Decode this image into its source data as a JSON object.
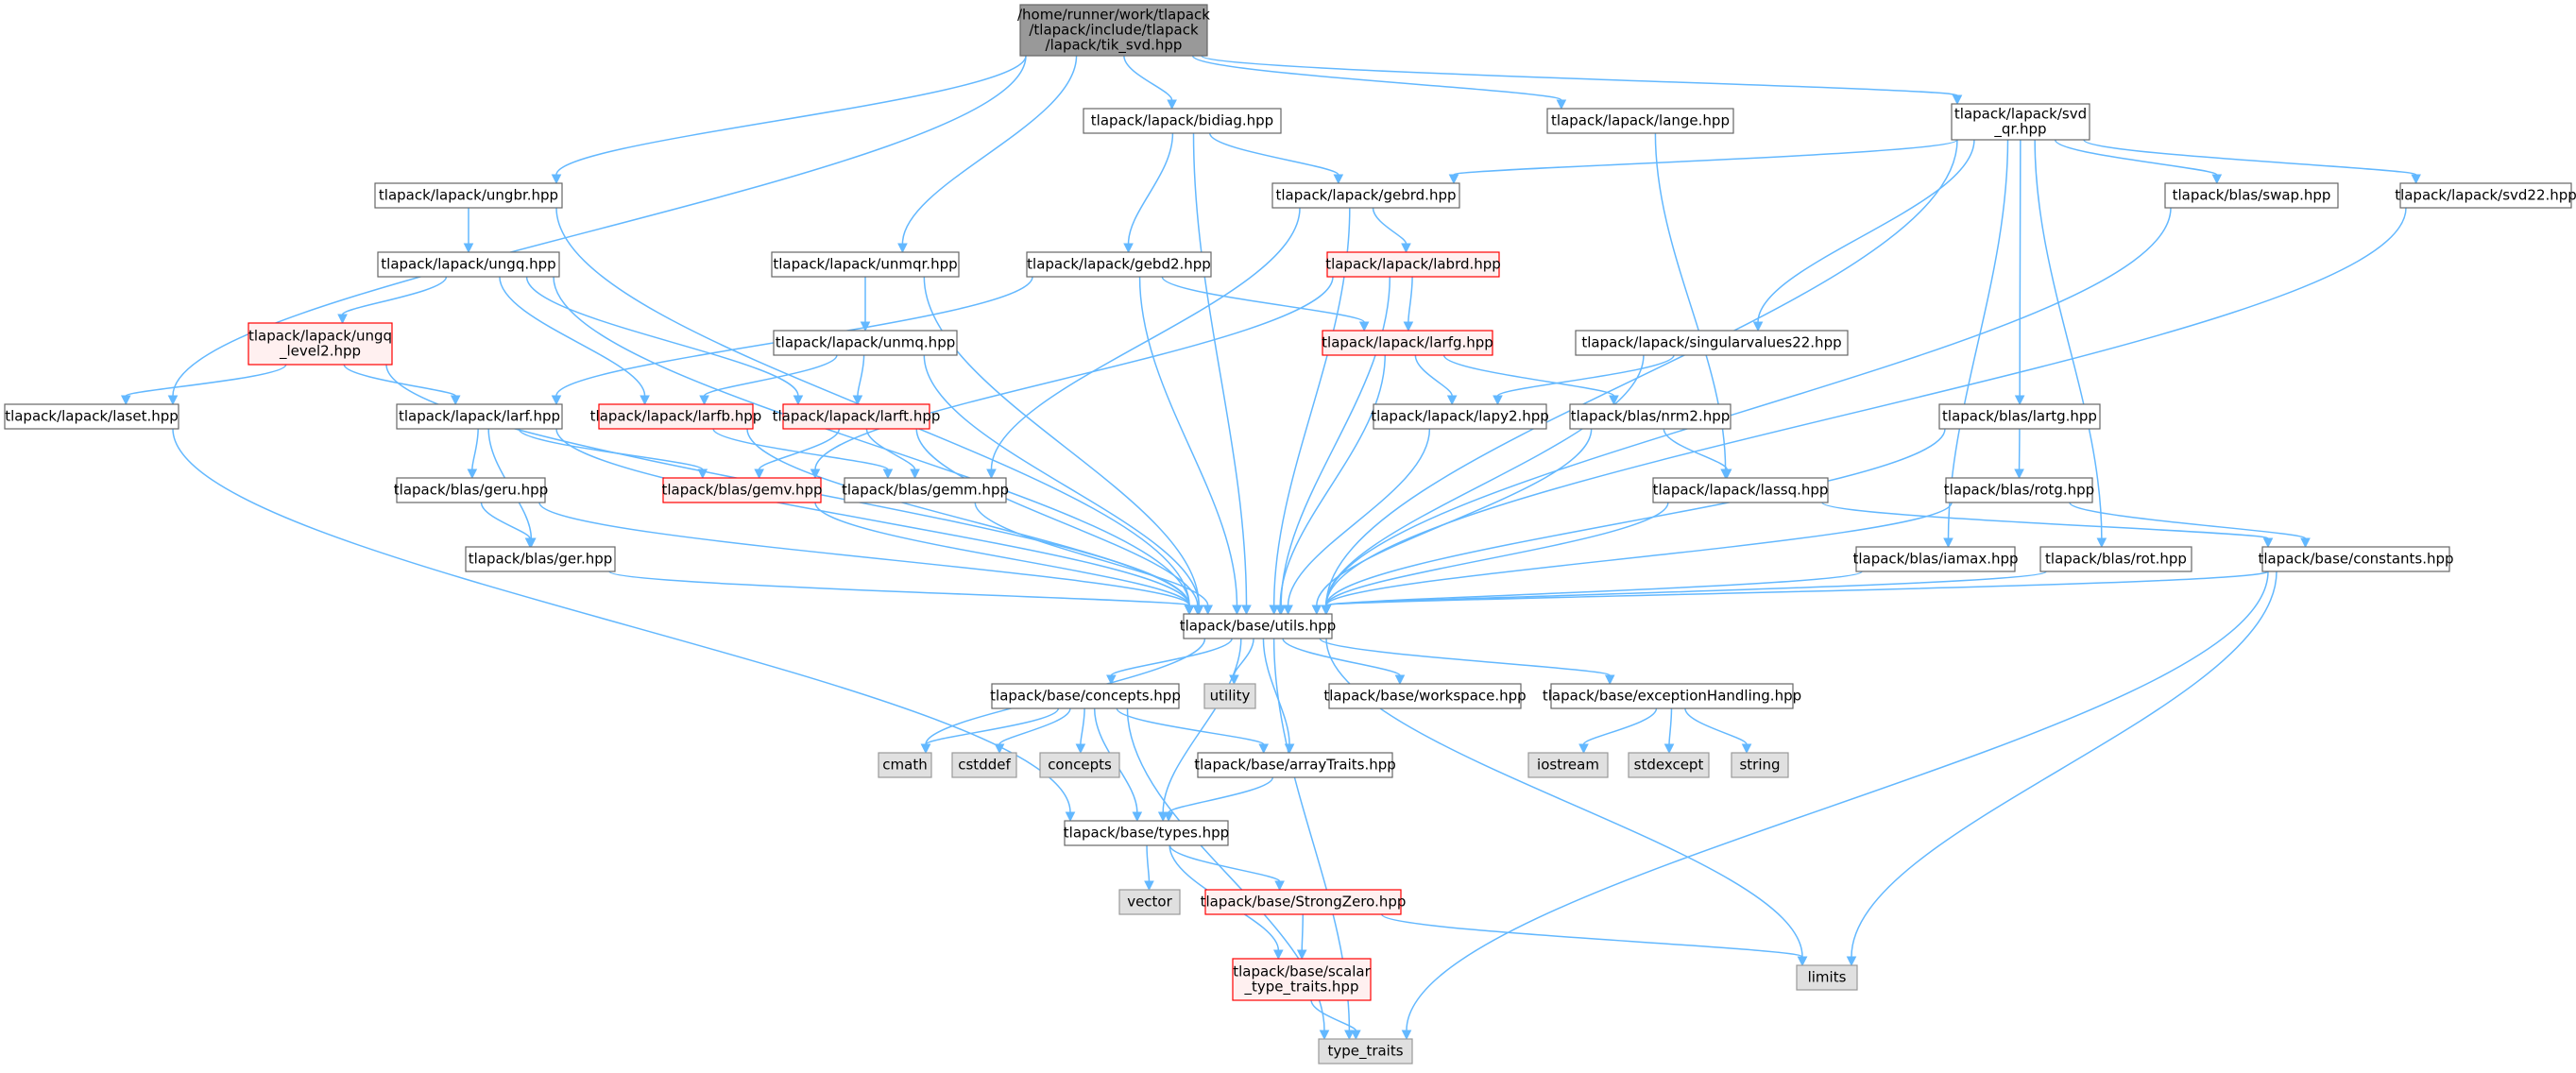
{
  "title": "",
  "nodes": [
    {
      "id": "root",
      "lines": [
        "/home/runner/work/tlapack",
        "/tlapack/include/tlapack",
        "/lapack/tik_svd.hpp"
      ],
      "style": "root"
    },
    {
      "id": "bidiag",
      "lines": [
        "tlapack/lapack/bidiag.hpp"
      ],
      "style": "normal"
    },
    {
      "id": "lange",
      "lines": [
        "tlapack/lapack/lange.hpp"
      ],
      "style": "normal"
    },
    {
      "id": "svdqr",
      "lines": [
        "tlapack/lapack/svd",
        "_qr.hpp"
      ],
      "style": "normal"
    },
    {
      "id": "ungbr",
      "lines": [
        "tlapack/lapack/ungbr.hpp"
      ],
      "style": "normal"
    },
    {
      "id": "gebrd",
      "lines": [
        "tlapack/lapack/gebrd.hpp"
      ],
      "style": "normal"
    },
    {
      "id": "swap",
      "lines": [
        "tlapack/blas/swap.hpp"
      ],
      "style": "normal"
    },
    {
      "id": "svd22",
      "lines": [
        "tlapack/lapack/svd22.hpp"
      ],
      "style": "normal"
    },
    {
      "id": "ungq",
      "lines": [
        "tlapack/lapack/ungq.hpp"
      ],
      "style": "normal"
    },
    {
      "id": "unmqr",
      "lines": [
        "tlapack/lapack/unmqr.hpp"
      ],
      "style": "normal"
    },
    {
      "id": "gebd2",
      "lines": [
        "tlapack/lapack/gebd2.hpp"
      ],
      "style": "normal"
    },
    {
      "id": "labrd",
      "lines": [
        "tlapack/lapack/labrd.hpp"
      ],
      "style": "red"
    },
    {
      "id": "ungq2",
      "lines": [
        "tlapack/lapack/ungq",
        "_level2.hpp"
      ],
      "style": "red"
    },
    {
      "id": "unmq",
      "lines": [
        "tlapack/lapack/unmq.hpp"
      ],
      "style": "normal"
    },
    {
      "id": "larfg",
      "lines": [
        "tlapack/lapack/larfg.hpp"
      ],
      "style": "red"
    },
    {
      "id": "sv22",
      "lines": [
        "tlapack/lapack/singularvalues22.hpp"
      ],
      "style": "normal"
    },
    {
      "id": "laset",
      "lines": [
        "tlapack/lapack/laset.hpp"
      ],
      "style": "normal"
    },
    {
      "id": "larf",
      "lines": [
        "tlapack/lapack/larf.hpp"
      ],
      "style": "normal"
    },
    {
      "id": "larfb",
      "lines": [
        "tlapack/lapack/larfb.hpp"
      ],
      "style": "red"
    },
    {
      "id": "larft",
      "lines": [
        "tlapack/lapack/larft.hpp"
      ],
      "style": "red"
    },
    {
      "id": "lapy2",
      "lines": [
        "tlapack/lapack/lapy2.hpp"
      ],
      "style": "normal"
    },
    {
      "id": "nrm2",
      "lines": [
        "tlapack/blas/nrm2.hpp"
      ],
      "style": "normal"
    },
    {
      "id": "lartg",
      "lines": [
        "tlapack/blas/lartg.hpp"
      ],
      "style": "normal"
    },
    {
      "id": "geru",
      "lines": [
        "tlapack/blas/geru.hpp"
      ],
      "style": "normal"
    },
    {
      "id": "gemv",
      "lines": [
        "tlapack/blas/gemv.hpp"
      ],
      "style": "red"
    },
    {
      "id": "gemm",
      "lines": [
        "tlapack/blas/gemm.hpp"
      ],
      "style": "normal"
    },
    {
      "id": "lassq",
      "lines": [
        "tlapack/lapack/lassq.hpp"
      ],
      "style": "normal"
    },
    {
      "id": "rotg",
      "lines": [
        "tlapack/blas/rotg.hpp"
      ],
      "style": "normal"
    },
    {
      "id": "ger",
      "lines": [
        "tlapack/blas/ger.hpp"
      ],
      "style": "normal"
    },
    {
      "id": "iamax",
      "lines": [
        "tlapack/blas/iamax.hpp"
      ],
      "style": "normal"
    },
    {
      "id": "rot",
      "lines": [
        "tlapack/blas/rot.hpp"
      ],
      "style": "normal"
    },
    {
      "id": "constants",
      "lines": [
        "tlapack/base/constants.hpp"
      ],
      "style": "normal"
    },
    {
      "id": "utils",
      "lines": [
        "tlapack/base/utils.hpp"
      ],
      "style": "normal"
    },
    {
      "id": "concepts",
      "lines": [
        "tlapack/base/concepts.hpp"
      ],
      "style": "normal"
    },
    {
      "id": "utility",
      "lines": [
        "utility"
      ],
      "style": "sys"
    },
    {
      "id": "workspace",
      "lines": [
        "tlapack/base/workspace.hpp"
      ],
      "style": "normal"
    },
    {
      "id": "exch",
      "lines": [
        "tlapack/base/exceptionHandling.hpp"
      ],
      "style": "normal"
    },
    {
      "id": "cmath",
      "lines": [
        "cmath"
      ],
      "style": "sys"
    },
    {
      "id": "cstddef",
      "lines": [
        "cstddef"
      ],
      "style": "sys"
    },
    {
      "id": "concepts_std",
      "lines": [
        "concepts"
      ],
      "style": "sys"
    },
    {
      "id": "arrayTraits",
      "lines": [
        "tlapack/base/arrayTraits.hpp"
      ],
      "style": "normal"
    },
    {
      "id": "iostream",
      "lines": [
        "iostream"
      ],
      "style": "sys"
    },
    {
      "id": "stdexcept",
      "lines": [
        "stdexcept"
      ],
      "style": "sys"
    },
    {
      "id": "string",
      "lines": [
        "string"
      ],
      "style": "sys"
    },
    {
      "id": "types",
      "lines": [
        "tlapack/base/types.hpp"
      ],
      "style": "normal"
    },
    {
      "id": "vector",
      "lines": [
        "vector"
      ],
      "style": "sys"
    },
    {
      "id": "strongzero",
      "lines": [
        "tlapack/base/StrongZero.hpp"
      ],
      "style": "red"
    },
    {
      "id": "scalar",
      "lines": [
        "tlapack/base/scalar",
        "_type_traits.hpp"
      ],
      "style": "red"
    },
    {
      "id": "limits",
      "lines": [
        "limits"
      ],
      "style": "sys"
    },
    {
      "id": "type_traits",
      "lines": [
        "type_traits"
      ],
      "style": "sys"
    }
  ],
  "edges": [
    [
      "root",
      "laset"
    ],
    [
      "root",
      "ungbr"
    ],
    [
      "root",
      "unmqr"
    ],
    [
      "root",
      "bidiag"
    ],
    [
      "root",
      "lange"
    ],
    [
      "root",
      "svdqr"
    ],
    [
      "bidiag",
      "gebrd"
    ],
    [
      "bidiag",
      "gebd2"
    ],
    [
      "bidiag",
      "utils"
    ],
    [
      "lange",
      "lassq"
    ],
    [
      "svdqr",
      "gebrd"
    ],
    [
      "svdqr",
      "sv22"
    ],
    [
      "svdqr",
      "lartg"
    ],
    [
      "svdqr",
      "iamax"
    ],
    [
      "svdqr",
      "rot"
    ],
    [
      "svdqr",
      "swap"
    ],
    [
      "svdqr",
      "svd22"
    ],
    [
      "svdqr",
      "utils"
    ],
    [
      "ungbr",
      "ungq"
    ],
    [
      "ungbr",
      "utils"
    ],
    [
      "gebrd",
      "labrd"
    ],
    [
      "gebrd",
      "gemm"
    ],
    [
      "gebrd",
      "utils"
    ],
    [
      "swap",
      "utils"
    ],
    [
      "svd22",
      "utils"
    ],
    [
      "ungq",
      "ungq2"
    ],
    [
      "ungq",
      "larfb"
    ],
    [
      "ungq",
      "larft"
    ],
    [
      "ungq",
      "utils"
    ],
    [
      "unmqr",
      "unmq"
    ],
    [
      "unmqr",
      "utils"
    ],
    [
      "gebd2",
      "larf"
    ],
    [
      "gebd2",
      "larfg"
    ],
    [
      "gebd2",
      "utils"
    ],
    [
      "labrd",
      "larfg"
    ],
    [
      "labrd",
      "gemv"
    ],
    [
      "labrd",
      "utils"
    ],
    [
      "ungq2",
      "laset"
    ],
    [
      "ungq2",
      "larf"
    ],
    [
      "ungq2",
      "utils"
    ],
    [
      "unmq",
      "larfb"
    ],
    [
      "unmq",
      "larft"
    ],
    [
      "unmq",
      "utils"
    ],
    [
      "larfg",
      "lapy2"
    ],
    [
      "larfg",
      "nrm2"
    ],
    [
      "larfg",
      "utils"
    ],
    [
      "sv22",
      "lapy2"
    ],
    [
      "sv22",
      "utils"
    ],
    [
      "laset",
      "types"
    ],
    [
      "larf",
      "geru"
    ],
    [
      "larf",
      "ger"
    ],
    [
      "larf",
      "gemv"
    ],
    [
      "larf",
      "utils"
    ],
    [
      "larfb",
      "gemm"
    ],
    [
      "larfb",
      "utils"
    ],
    [
      "larft",
      "gemv"
    ],
    [
      "larft",
      "gemm"
    ],
    [
      "larft",
      "utils"
    ],
    [
      "lapy2",
      "utils"
    ],
    [
      "nrm2",
      "lassq"
    ],
    [
      "nrm2",
      "utils"
    ],
    [
      "lartg",
      "rotg"
    ],
    [
      "lartg",
      "utils"
    ],
    [
      "geru",
      "ger"
    ],
    [
      "geru",
      "utils"
    ],
    [
      "gemv",
      "utils"
    ],
    [
      "gemm",
      "utils"
    ],
    [
      "lassq",
      "constants"
    ],
    [
      "lassq",
      "utils"
    ],
    [
      "rotg",
      "constants"
    ],
    [
      "rotg",
      "utils"
    ],
    [
      "ger",
      "utils"
    ],
    [
      "iamax",
      "utils"
    ],
    [
      "rot",
      "utils"
    ],
    [
      "constants",
      "utils"
    ],
    [
      "constants",
      "limits"
    ],
    [
      "constants",
      "type_traits"
    ],
    [
      "utils",
      "concepts"
    ],
    [
      "utils",
      "utility"
    ],
    [
      "utils",
      "workspace"
    ],
    [
      "utils",
      "exch"
    ],
    [
      "utils",
      "cmath"
    ],
    [
      "utils",
      "arrayTraits"
    ],
    [
      "utils",
      "types"
    ],
    [
      "utils",
      "limits"
    ],
    [
      "utils",
      "type_traits"
    ],
    [
      "concepts",
      "cmath"
    ],
    [
      "concepts",
      "cstddef"
    ],
    [
      "concepts",
      "concepts_std"
    ],
    [
      "concepts",
      "arrayTraits"
    ],
    [
      "concepts",
      "types"
    ],
    [
      "concepts",
      "type_traits"
    ],
    [
      "exch",
      "iostream"
    ],
    [
      "exch",
      "stdexcept"
    ],
    [
      "exch",
      "string"
    ],
    [
      "arrayTraits",
      "types"
    ],
    [
      "types",
      "vector"
    ],
    [
      "types",
      "strongzero"
    ],
    [
      "types",
      "scalar"
    ],
    [
      "strongzero",
      "scalar"
    ],
    [
      "strongzero",
      "limits"
    ],
    [
      "scalar",
      "type_traits"
    ]
  ],
  "colors": {
    "edge": "#63b8ff",
    "node_border": "#666666",
    "highlight_border": "#ff0000",
    "root_fill": "#999999",
    "system_fill": "#e0e0e0"
  }
}
